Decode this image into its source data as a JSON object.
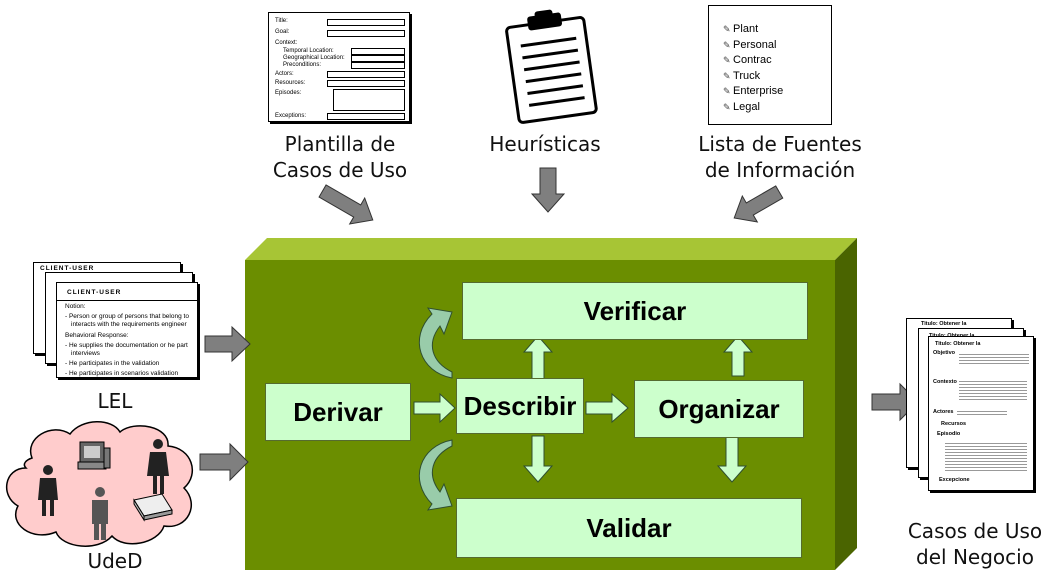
{
  "inputs": {
    "template_caption": "Plantilla de\nCasos de Uso",
    "heuristics_caption": "Heurísticas",
    "sources_caption": "Lista de Fuentes\nde Información",
    "lel_caption": "LEL",
    "uded_caption": "UdeD",
    "output_caption": "Casos de Uso\ndel Negocio"
  },
  "template_fields": [
    "Title:",
    "Goal:",
    "Context:",
    "Temporal Location:",
    "Geographical Location:",
    "Preconditions:",
    "Actors:",
    "Resources:",
    "Episodes:",
    "Exceptions:"
  ],
  "sources_list": [
    "Plant",
    "Personal",
    "Contrac",
    "Truck",
    "Enterprise",
    "Legal"
  ],
  "lel_card": {
    "back_title": "CLIENT-USER",
    "title": "CLIENT-USER",
    "notion_label": "Notion:",
    "notion_text": "- Person or group of persons that belong to",
    "notion_text2": "interacts with the requirements engineer",
    "behavioral_label": "Behavioral Response:",
    "beh1": "- He supplies the documentation or he part",
    "beh1b": "interviews",
    "beh2": "- He participates in the validation",
    "beh3": "- He participates in scenarios validation"
  },
  "use_case_doc": {
    "back_title": "Titulo: Obtener la",
    "mid_title": "Titulo: Obtener la",
    "title": "Titulo: Obtener la",
    "objective": "Objetivo",
    "context": "Contexto",
    "actors": "Actores",
    "resources": "Recursos",
    "episodes": "Episodio",
    "exceptions": "Excepcione"
  },
  "process": {
    "derive": "Derivar",
    "describe": "Describir",
    "organize": "Organizar",
    "verify": "Verificar",
    "validate": "Validar"
  },
  "colors": {
    "platform_front": "#6b8e00",
    "platform_top": "#a7c535",
    "platform_side": "#4a6400",
    "box_fill": "#ccffcc",
    "arrow_gray": "#7f7f7f",
    "curved_arrow": "#99ccaa",
    "cloud": "#ffcccc"
  }
}
